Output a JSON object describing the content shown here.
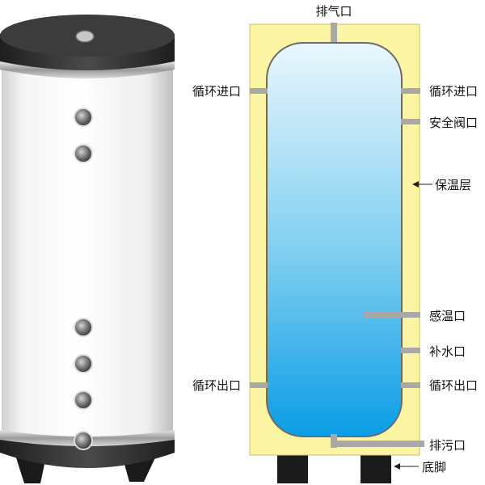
{
  "labels": {
    "vent": "排气口",
    "circ_in_left": "循环进口",
    "circ_in_right": "循环进口",
    "safety_valve": "安全阀口",
    "insulation": "保温层",
    "temp_sensor": "感温口",
    "refill": "补水口",
    "circ_out_left": "循环出口",
    "circ_out_right": "循环出口",
    "drain": "排污口",
    "feet": "底脚"
  },
  "colors": {
    "insulation": "#fbf4a2",
    "insulation_border": "#c9c26a",
    "water_top": "#eaf7fd",
    "water_bottom": "#0a9de5",
    "pipe": "#a8a8a8",
    "leg": "#1b1b1b",
    "shell_body": "#ffffff",
    "shell_dark": "#333333",
    "port_ring": "#8a8a8a"
  },
  "icons": {
    "ports_on_shell": "port-circle-icon",
    "insulation_pointer": "arrow-left-icon",
    "feet_pointer": "arrow-left-icon"
  }
}
